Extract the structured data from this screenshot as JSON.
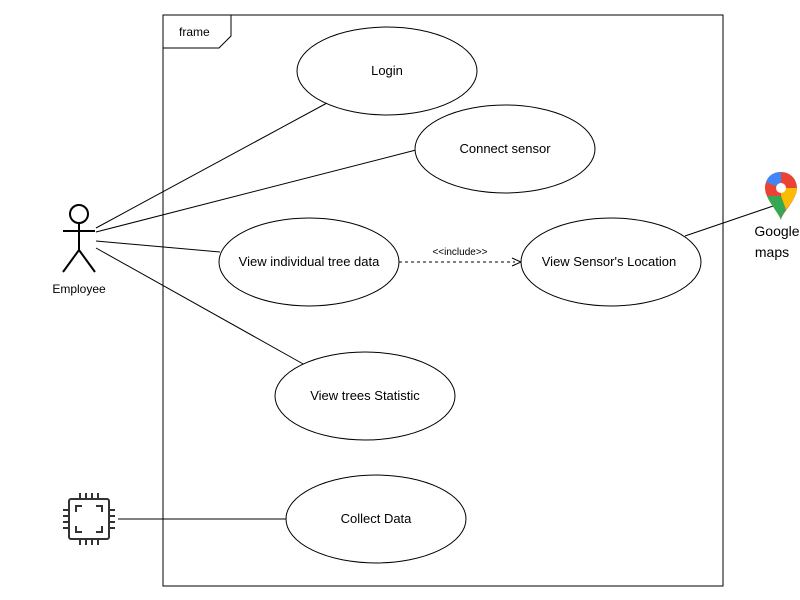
{
  "frame": {
    "label": "frame"
  },
  "actors": {
    "employee": {
      "label": "Employee"
    },
    "google_maps": {
      "label_line1": "Google",
      "label_line2": "maps"
    }
  },
  "use_cases": {
    "login": "Login",
    "connect_sensor": "Connect sensor",
    "view_individual_tree_data": "View individual tree data",
    "view_sensor_location": "View Sensor's Location",
    "view_trees_statistic": "View trees Statistic",
    "collect_data": "Collect Data"
  },
  "relations": {
    "include_label": "<<include>>"
  },
  "icons": {
    "sensor_chip": "chip-icon",
    "google_maps_pin": "map-pin-icon"
  },
  "colors": {
    "line": "#000000",
    "chip": "#333333",
    "gm_red": "#EA4335",
    "gm_blue": "#4285F4",
    "gm_green": "#34A853",
    "gm_yellow": "#FBBC04"
  }
}
